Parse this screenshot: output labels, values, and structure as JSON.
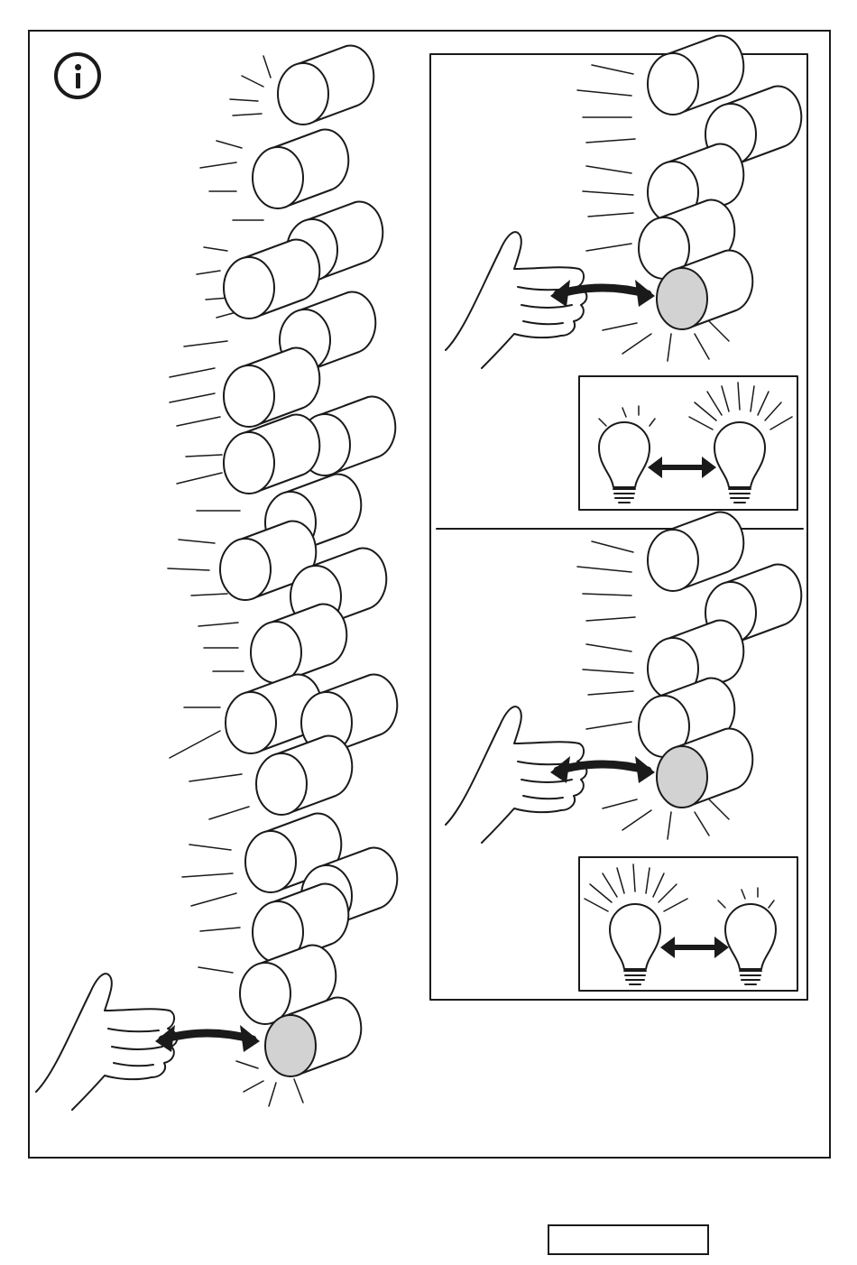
{
  "colors": {
    "ink": "#1a1a1a",
    "shade": "#d2d2d2",
    "paper": "#ffffff"
  },
  "icons": {
    "info": "info-icon",
    "hand": "hand-icon",
    "arrow": "double-arrow-icon",
    "bulb": "light-bulb-icon"
  },
  "panels": {
    "top": {
      "left_bulb": "dim",
      "right_bulb": "bright"
    },
    "bottom": {
      "left_bulb": "bright",
      "right_bulb": "dim"
    }
  },
  "footer": {
    "code_box": ""
  }
}
